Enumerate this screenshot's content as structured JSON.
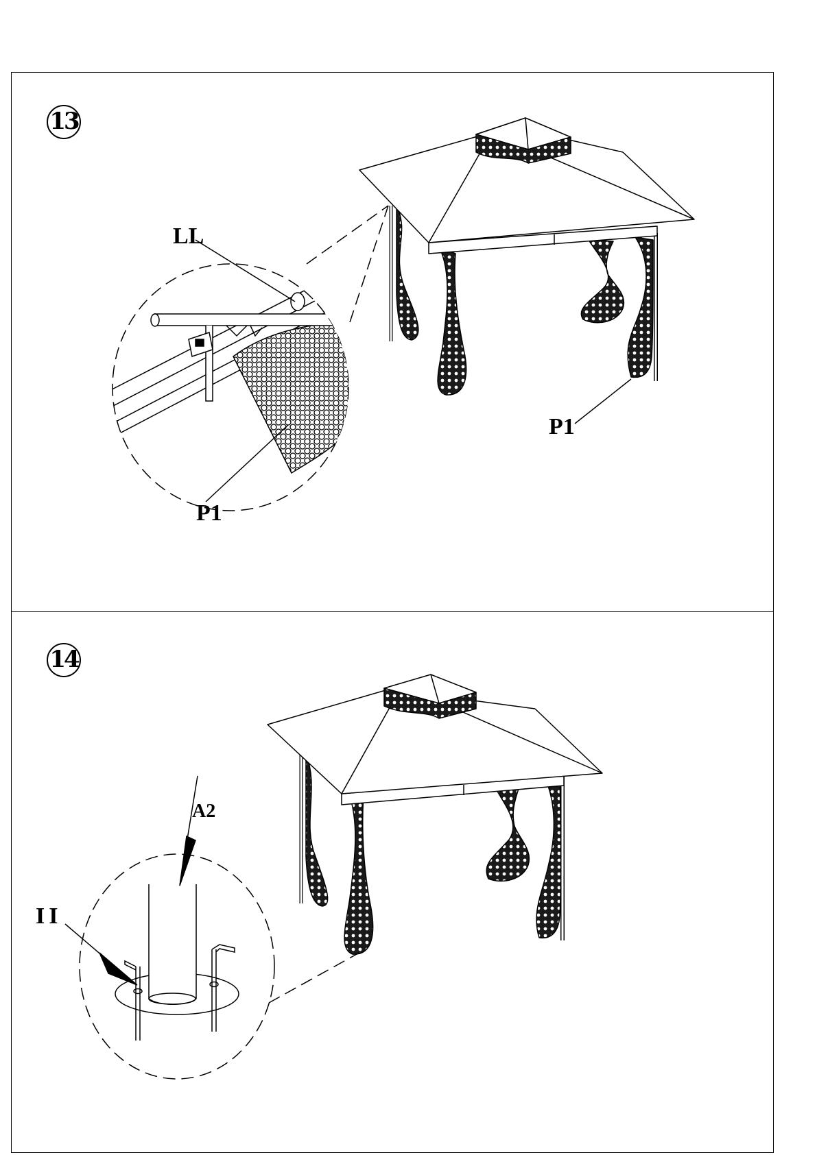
{
  "steps": [
    {
      "number": "13",
      "callouts": {
        "top_left": "LL",
        "detail_bottom": "P1",
        "gazebo_right": "P1"
      }
    },
    {
      "number": "14",
      "callouts": {
        "pole": "A2",
        "stake": "II"
      }
    }
  ],
  "colors": {
    "line": "#000000",
    "background": "#ffffff",
    "mesh": "#1a1a1a"
  },
  "icons": [
    "gazebo-icon",
    "mesh-netting-icon",
    "ground-stake-icon"
  ]
}
